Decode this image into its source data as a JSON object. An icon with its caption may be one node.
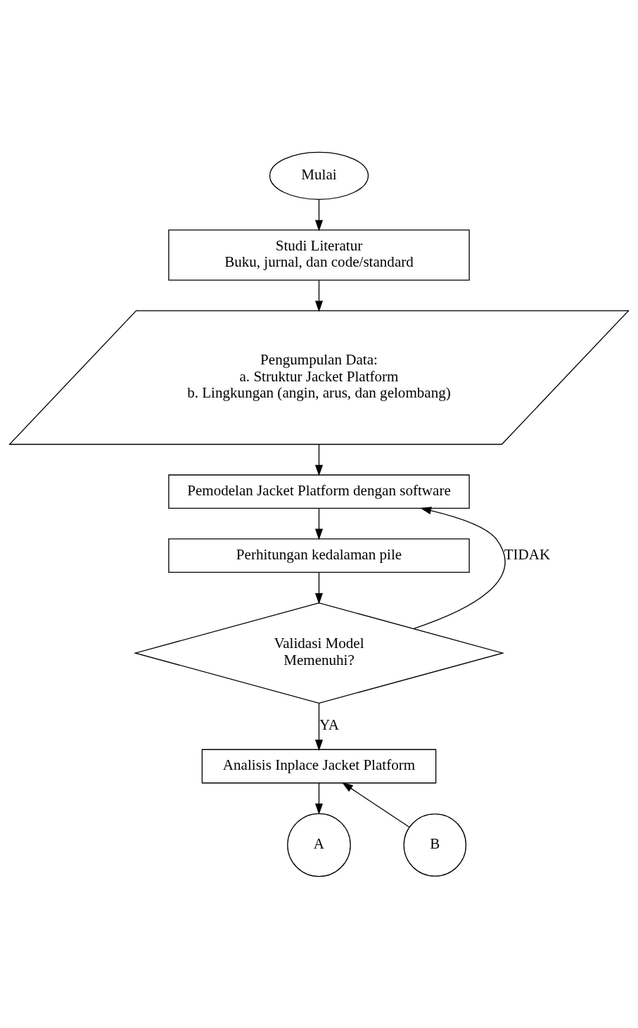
{
  "diagram": {
    "nodes": [
      {
        "text": [
          "Mulai"
        ]
      },
      {
        "text": [
          "Studi Literatur",
          "Buku, jurnal, dan code/standard"
        ]
      },
      {
        "text": [
          "Pengumpulan Data:",
          "a. Struktur Jacket Platform",
          "b. Lingkungan (angin, arus, dan gelombang)"
        ]
      },
      {
        "text": [
          "Pemodelan Jacket Platform dengan software"
        ]
      },
      {
        "text": [
          "Perhitungan kedalaman pile"
        ]
      },
      {
        "text": [
          "Validasi Model",
          "Memenuhi?"
        ]
      },
      {
        "text": [
          "Analisis Inplace Jacket Platform"
        ]
      },
      {
        "text": [
          "A"
        ]
      },
      {
        "text": [
          "B"
        ]
      }
    ],
    "edges": [
      {
        "from": 0,
        "to": 1,
        "arrow": "to"
      },
      {
        "from": 1,
        "to": 2,
        "arrow": "to"
      },
      {
        "from": 2,
        "to": 3,
        "arrow": "to"
      },
      {
        "from": 3,
        "to": 4,
        "arrow": "to"
      },
      {
        "from": 4,
        "to": 5,
        "arrow": "to"
      },
      {
        "from": 5,
        "to": 3,
        "arrow": "to",
        "label": "TIDAK"
      },
      {
        "from": 5,
        "to": 6,
        "arrow": "to",
        "label": "YA"
      },
      {
        "from": 6,
        "to": 7,
        "arrow": "to"
      },
      {
        "from": 8,
        "to": 6,
        "arrow": "to"
      }
    ]
  }
}
